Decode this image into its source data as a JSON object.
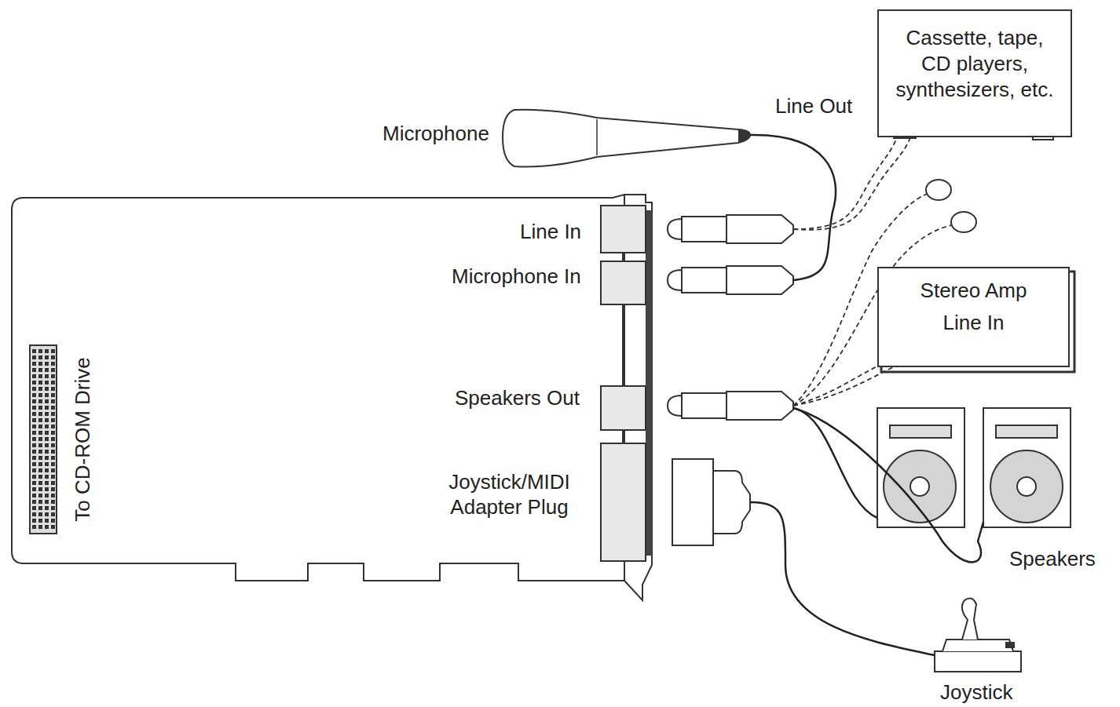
{
  "diagram": {
    "nodes": [
      {
        "text": [
          "Cassette, tape, CD players, synthesizers, etc."
        ]
      },
      {
        "text": [
          "Stereo Amp",
          "Line In"
        ]
      }
    ],
    "labels": [
      "Microphone",
      "Line Out",
      "Line In",
      "Microphone In",
      "To CD-ROM Drive",
      "Speakers Out",
      "Joystick/MIDI Adapter Plug",
      "Speakers",
      "Joystick"
    ]
  }
}
